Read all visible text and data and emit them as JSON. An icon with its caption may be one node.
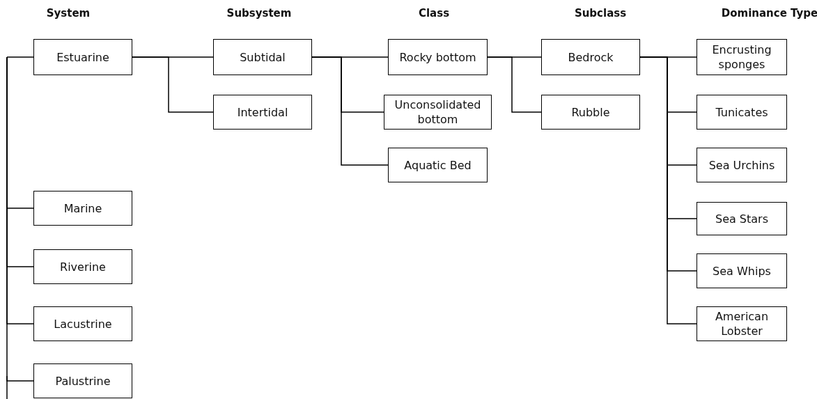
{
  "diagram": {
    "nodes": [
      {
        "text": [
          "Estuarine"
        ]
      },
      {
        "text": [
          "Marine"
        ]
      },
      {
        "text": [
          "Riverine"
        ]
      },
      {
        "text": [
          "Lacustrine"
        ]
      },
      {
        "text": [
          "Palustrine"
        ]
      },
      {
        "text": [
          "Subtidal"
        ]
      },
      {
        "text": [
          "Intertidal"
        ]
      },
      {
        "text": [
          "Rocky bottom"
        ]
      },
      {
        "text": [
          "Unconsolidated bottom"
        ]
      },
      {
        "text": [
          "Aquatic Bed"
        ]
      },
      {
        "text": [
          "Bedrock"
        ]
      },
      {
        "text": [
          "Rubble"
        ]
      },
      {
        "text": [
          "Encrusting sponges"
        ]
      },
      {
        "text": [
          "Tunicates"
        ]
      },
      {
        "text": [
          "Sea Urchins"
        ]
      },
      {
        "text": [
          "Sea Stars"
        ]
      },
      {
        "text": [
          "Sea Whips"
        ]
      },
      {
        "text": [
          "American Lobster"
        ]
      }
    ],
    "edges": [
      {
        "from": null,
        "to": 0,
        "arrow": "none"
      },
      {
        "from": null,
        "to": 1,
        "arrow": "none"
      },
      {
        "from": null,
        "to": 2,
        "arrow": "none"
      },
      {
        "from": null,
        "to": 3,
        "arrow": "none"
      },
      {
        "from": null,
        "to": 4,
        "arrow": "none"
      },
      {
        "from": 0,
        "to": 5,
        "arrow": "none"
      },
      {
        "from": 0,
        "to": 6,
        "arrow": "none"
      },
      {
        "from": 5,
        "to": 7,
        "arrow": "none"
      },
      {
        "from": 5,
        "to": 8,
        "arrow": "none"
      },
      {
        "from": 5,
        "to": 9,
        "arrow": "none"
      },
      {
        "from": 7,
        "to": 10,
        "arrow": "none"
      },
      {
        "from": 7,
        "to": 11,
        "arrow": "none"
      },
      {
        "from": 10,
        "to": 12,
        "arrow": "none"
      },
      {
        "from": 10,
        "to": 13,
        "arrow": "none"
      },
      {
        "from": 10,
        "to": 14,
        "arrow": "none"
      },
      {
        "from": 10,
        "to": 15,
        "arrow": "none"
      },
      {
        "from": 10,
        "to": 16,
        "arrow": "none"
      },
      {
        "from": 10,
        "to": 17,
        "arrow": "none"
      }
    ],
    "labels": [
      "System",
      "Subsystem",
      "Class",
      "Subclass",
      "Dominance Type"
    ]
  }
}
